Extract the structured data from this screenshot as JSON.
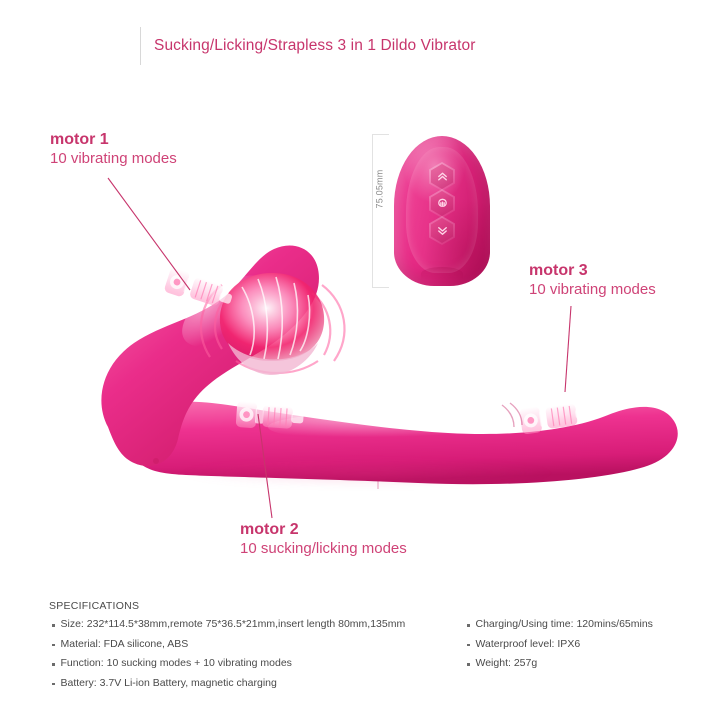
{
  "title": {
    "text": "Sucking/Licking/Strapless 3 in 1 Dildo Vibrator",
    "color": "#c7356c"
  },
  "theme": {
    "accent": "#c7356c",
    "body_pink": "#e62a85",
    "body_pink_dark": "#bd1563",
    "body_pink_light": "#f567ab",
    "text_gray": "#4a4a4a",
    "rule_gray": "#d8d8d8"
  },
  "callouts": [
    {
      "id": "motor1",
      "title": "motor 1",
      "subtitle": "10 vibrating modes"
    },
    {
      "id": "motor3",
      "title": "motor 3",
      "subtitle": "10 vibrating modes"
    },
    {
      "id": "motor2",
      "title": "motor 2",
      "subtitle": "10 sucking/licking modes"
    }
  ],
  "remote": {
    "dimension_label": "75.05mm",
    "buttons": [
      {
        "icon": "chevron-up-double-icon"
      },
      {
        "icon": "sucking-mode-icon"
      },
      {
        "icon": "chevron-down-double-icon"
      }
    ]
  },
  "specifications": {
    "heading": "SPECIFICATIONS",
    "left_items": [
      "Size: 232*114.5*38mm,remote 75*36.5*21mm,insert length 80mm,135mm",
      "Material: FDA silicone, ABS",
      "Function: 10 sucking modes + 10 vibrating modes",
      "Battery: 3.7V Li-ion Battery, magnetic charging"
    ],
    "right_items": [
      "Charging/Using time: 120mins/65mins",
      "Waterproof level: IPX6",
      "Weight: 257g"
    ]
  }
}
